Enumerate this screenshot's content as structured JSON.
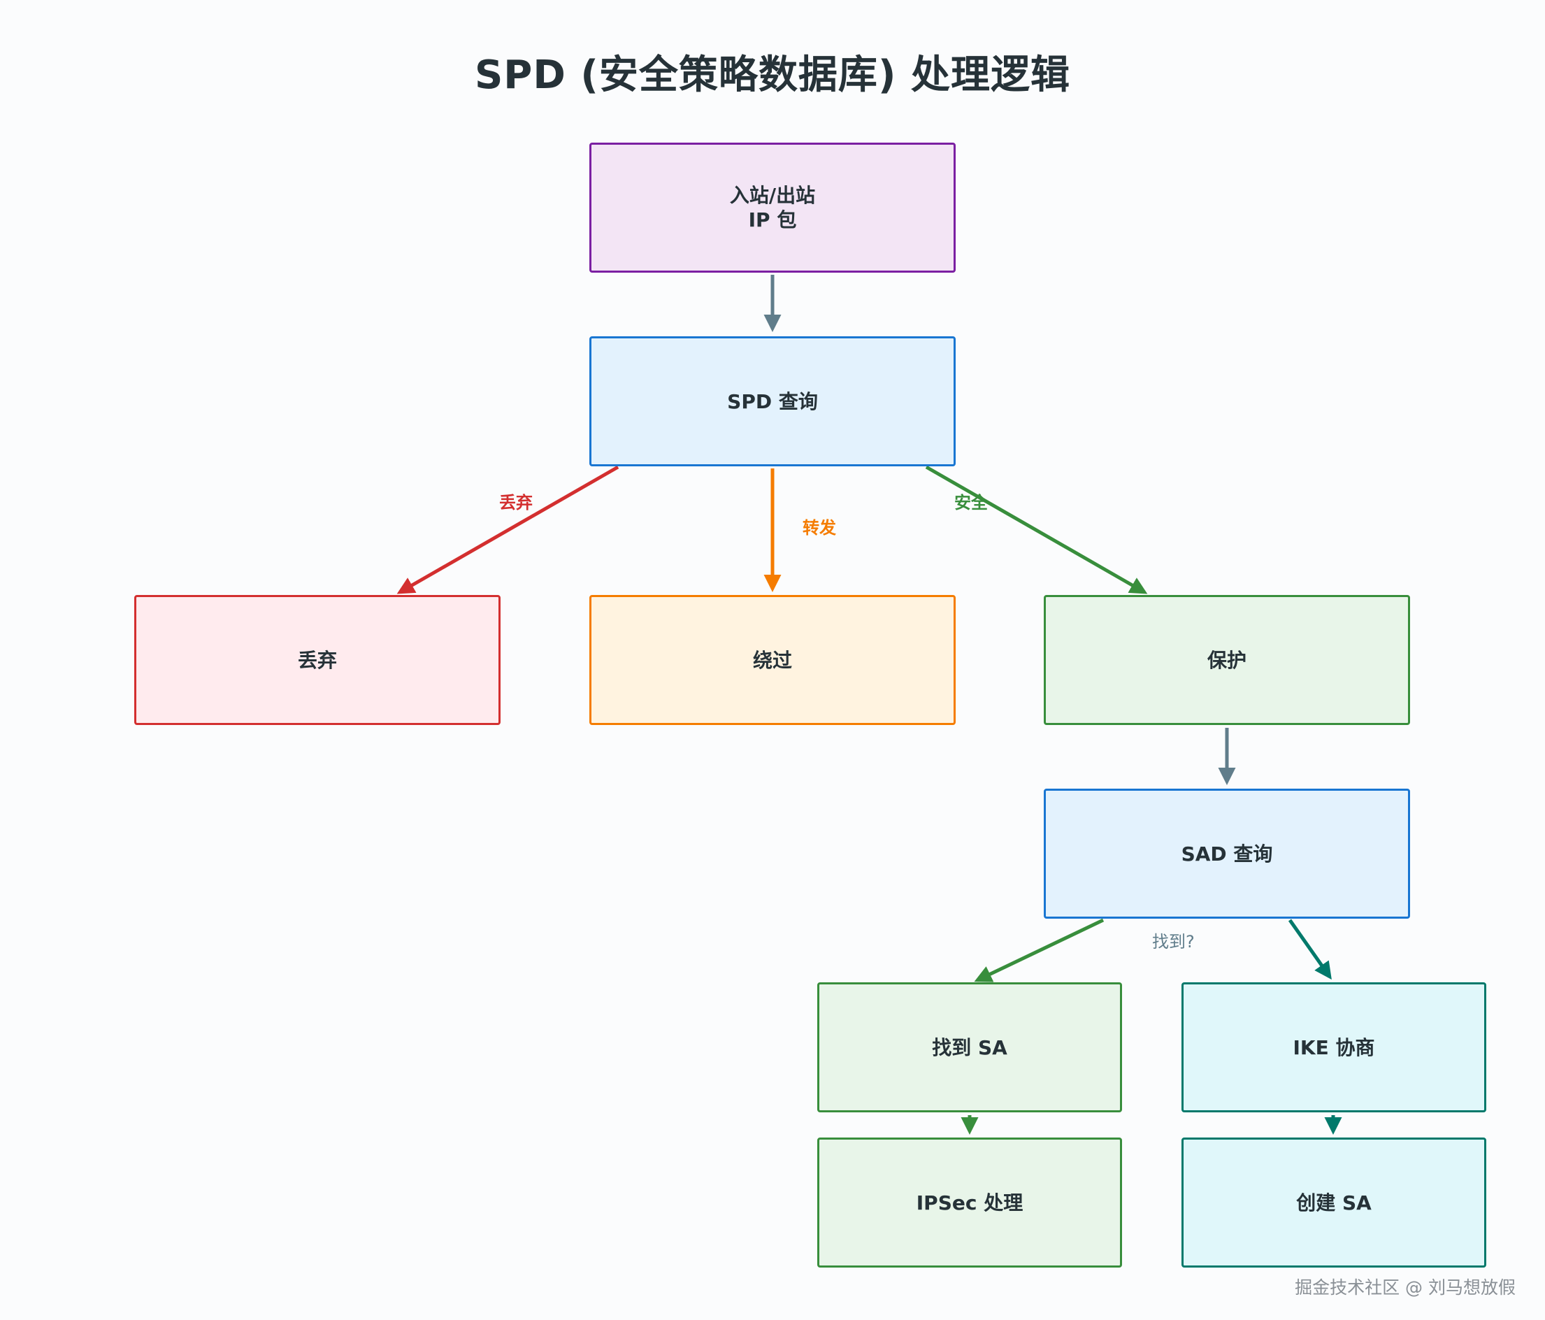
{
  "title": "SPD (安全策略数据库) 处理逻辑",
  "nodes": {
    "ip_packet": {
      "line1": "入站/出站",
      "line2": "IP 包"
    },
    "spd_query": {
      "label": "SPD 查询"
    },
    "discard": {
      "label": "丢弃"
    },
    "bypass": {
      "label": "绕过"
    },
    "protect": {
      "label": "保护"
    },
    "sad_query": {
      "label": "SAD 查询"
    },
    "sa_found": {
      "label": "找到 SA"
    },
    "ike": {
      "label": "IKE 协商"
    },
    "ipsec": {
      "label": "IPSec 处理"
    },
    "create_sa": {
      "label": "创建 SA"
    }
  },
  "edge_labels": {
    "discard": "丢弃",
    "forward": "转发",
    "secure": "安全",
    "found": "找到?"
  },
  "colors": {
    "arrow_gray": "#607d8b",
    "arrow_red": "#d32f2f",
    "arrow_orange": "#f57c00",
    "arrow_green": "#388e3c",
    "arrow_teal": "#00796b"
  },
  "watermark": "掘金技术社区 @ 刘马想放假"
}
